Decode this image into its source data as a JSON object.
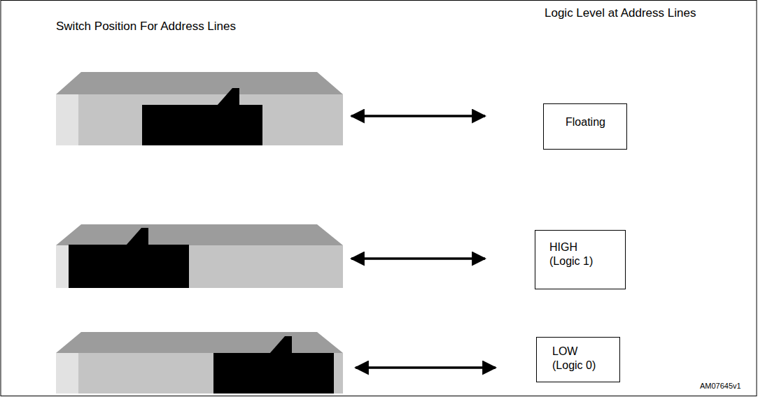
{
  "diagram": {
    "nodes": [
      {
        "text": [
          "Floating"
        ]
      },
      {
        "text": [
          "HIGH (Logic 1)"
        ]
      },
      {
        "text": [
          "LOW (Logic 0)"
        ]
      }
    ],
    "labels": [
      "Switch Position For Address Lines",
      "Logic Level at Address Lines",
      "AM07645v1"
    ]
  }
}
